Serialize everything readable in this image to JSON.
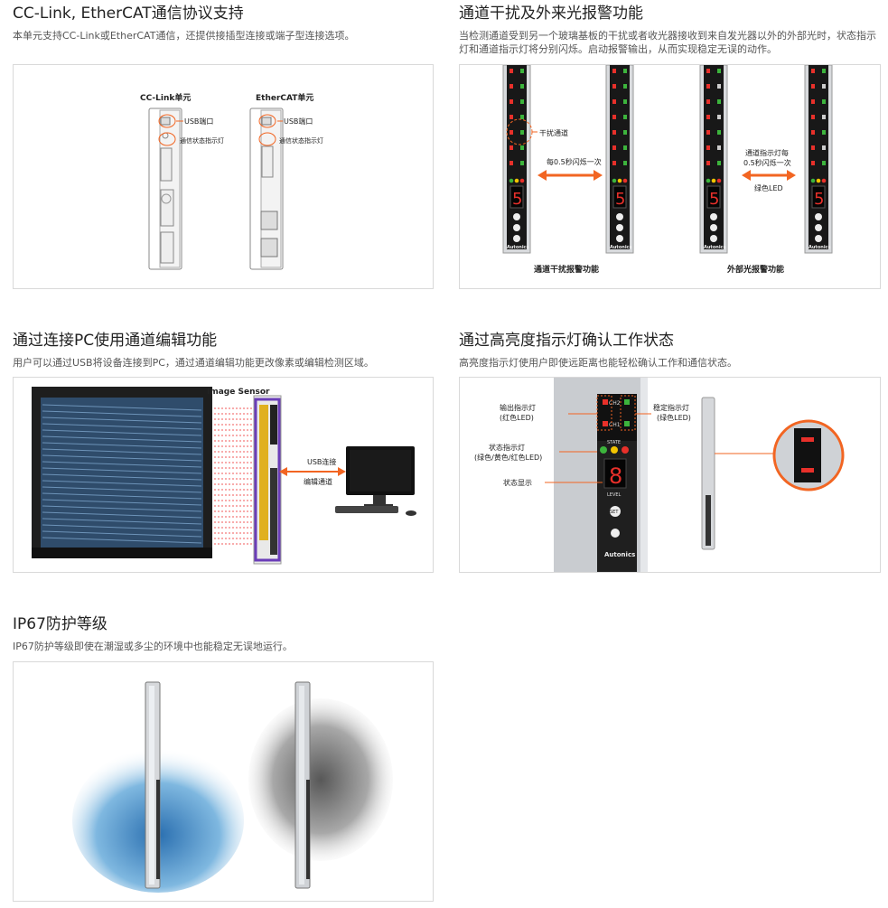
{
  "sections": [
    {
      "title": "CC-Link, EtherCAT通信协议支持",
      "desc": "本单元支持CC-Link或EtherCAT通信，还提供接插型连接或端子型连接选项。",
      "figure": {
        "unit1_title": "CC-Link单元",
        "unit2_title": "EtherCAT单元",
        "usb_label": "USB端口",
        "status_label": "通信状态指示灯"
      }
    },
    {
      "title": "通道干扰及外来光报警功能",
      "desc": "当检测通道受到另一个玻璃基板的干扰或者收光器接收到来自发光器以外的外部光时，状态指示灯和通道指示灯将分别闪烁。启动报警输出，从而实现稳定无误的动作。",
      "figure": {
        "interference_label": "干扰通道",
        "blink_label": "每0.5秒闪烁一次",
        "channel_blink_label_1": "通道指示灯每",
        "channel_blink_label_2": "0.5秒闪烁一次",
        "green_led_label": "绿色LED",
        "caption_left": "通道干扰报警功能",
        "caption_right": "外部光报警功能",
        "display_digit": "5",
        "brand": "Autonics"
      }
    },
    {
      "title": "通过连接PC使用通道编辑功能",
      "desc": "用户可以通过USB将设备连接到PC，通过通道编辑功能更改像素或编辑检测区域。",
      "figure": {
        "sensor_label": "Image Sensor",
        "usb_connect_label": "USB连接",
        "edit_channel_label": "编辑通道"
      }
    },
    {
      "title": "通过高亮度指示灯确认工作状态",
      "desc": "高亮度指示灯使用户即使远距离也能轻松确认工作和通信状态。",
      "figure": {
        "output_led_label_1": "输出指示灯",
        "output_led_label_2": "(红色LED)",
        "stable_led_label_1": "稳定指示灯",
        "stable_led_label_2": "(绿色LED)",
        "state_led_label_1": "状态指示灯",
        "state_led_label_2": "(绿色/黄色/红色LED)",
        "state_display_label": "状态显示",
        "ch2": "CH2",
        "ch1": "CH1",
        "state_text": "STATE",
        "level_text": "LEVEL",
        "set_text": "SET",
        "display_digit": "8",
        "brand": "Autonics"
      }
    },
    {
      "title": "IP67防护等级",
      "desc": "IP67防护等级即使在潮湿或多尘的环境中也能稳定无误地运行。",
      "figure": {}
    }
  ],
  "colors": {
    "accent_orange": "#f26522",
    "led_red": "#e8302a",
    "led_green": "#3cb43c",
    "led_yellow": "#f2c400",
    "purple": "#6a3db8"
  }
}
